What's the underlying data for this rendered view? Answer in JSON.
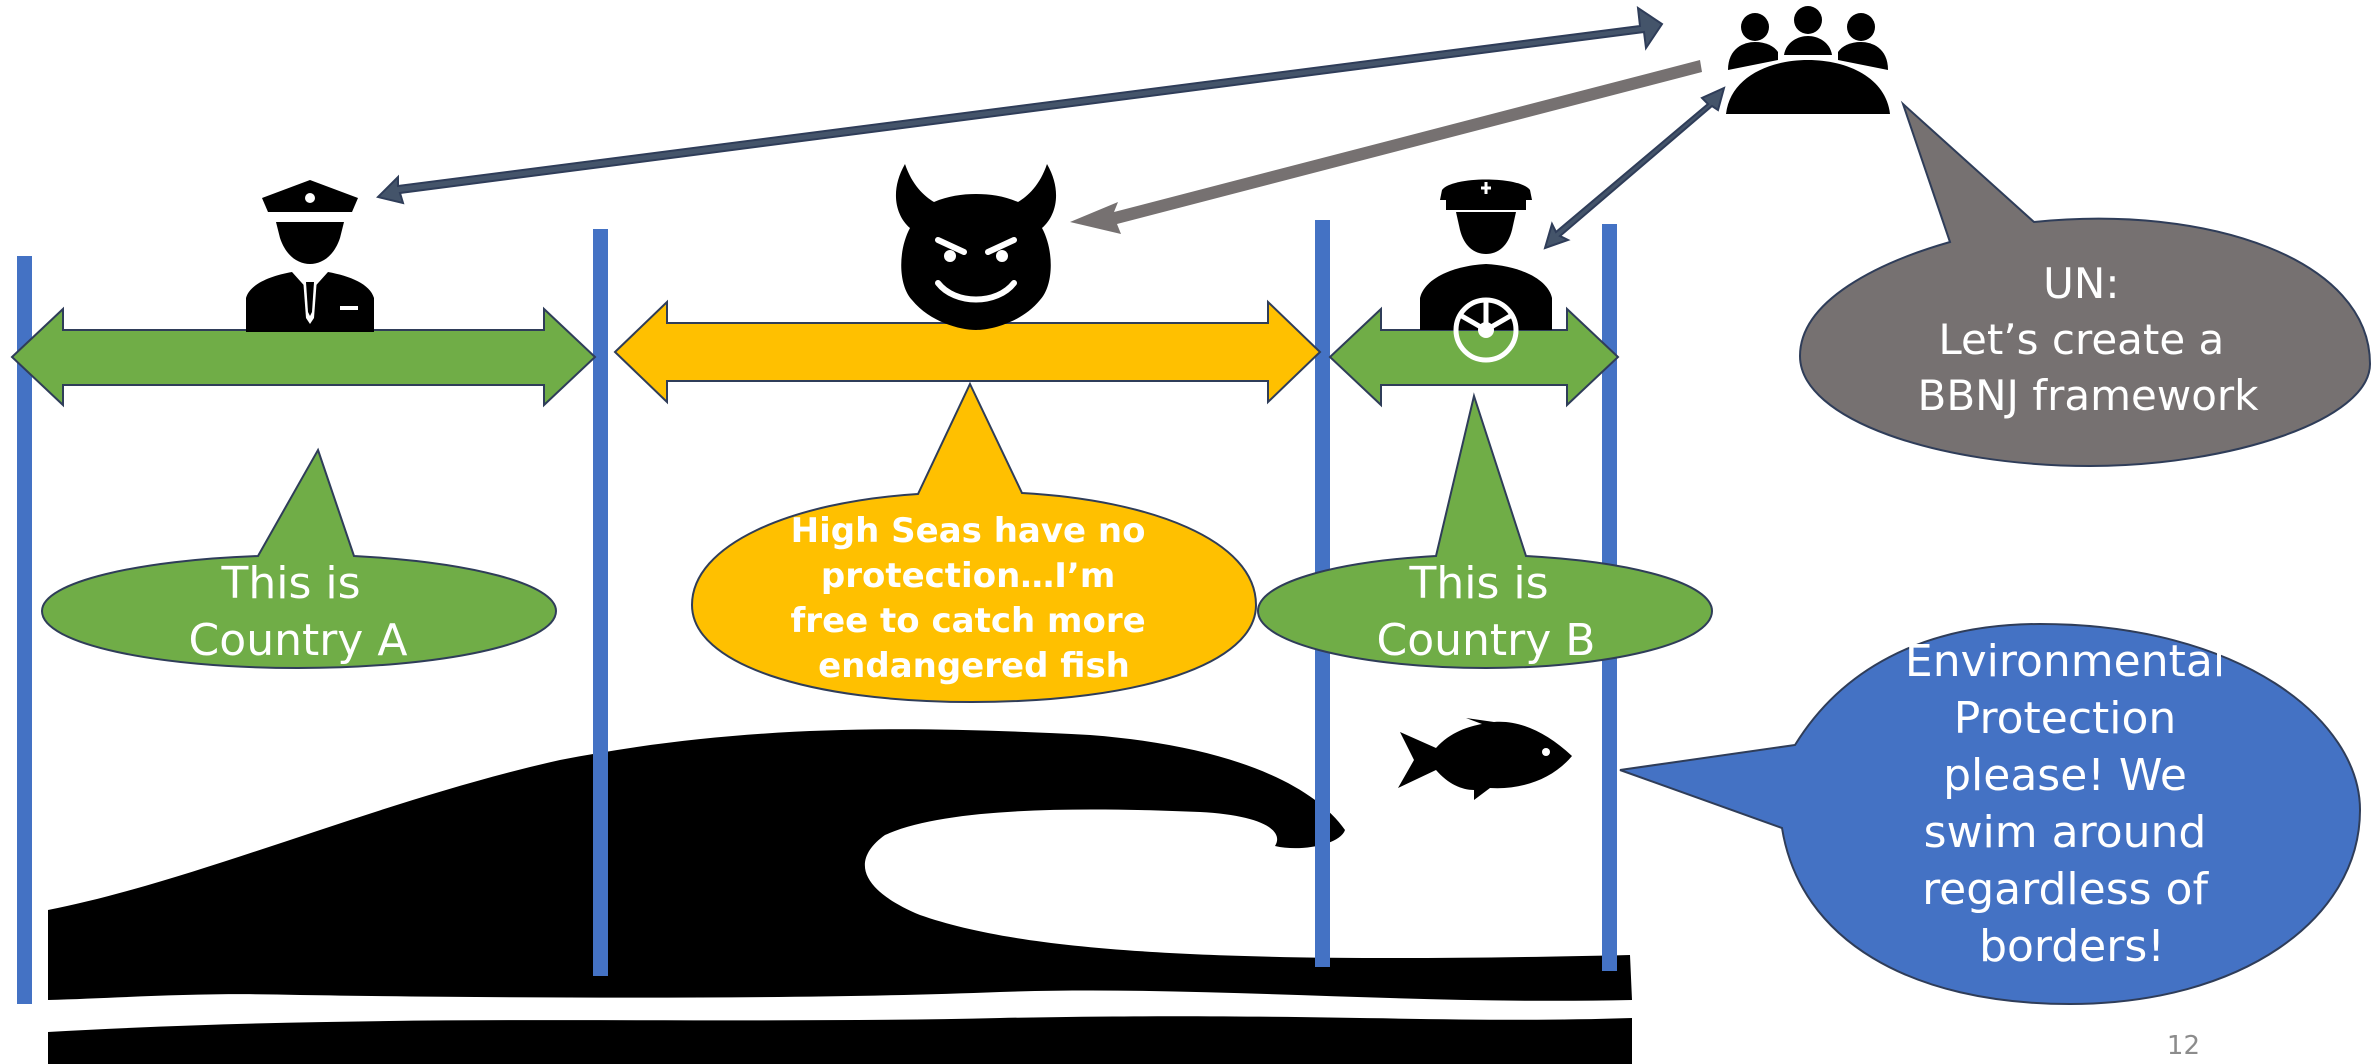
{
  "un": {
    "bubble_lines": [
      "UN:",
      "Let’s create a",
      "BBNJ framework"
    ],
    "icon": "people-meeting-icon"
  },
  "pirate": {
    "bubble_lines": [
      "High Seas have no",
      "protection…I’m",
      "free to catch more",
      "endangered fish"
    ],
    "icon": "devil-face-icon"
  },
  "country_a": {
    "bubble_lines": [
      "This is",
      "Country A"
    ],
    "icon": "pilot-officer-icon"
  },
  "country_b": {
    "bubble_lines": [
      "This is",
      "Country B"
    ],
    "icon": "ship-captain-icon"
  },
  "fish": {
    "bubble_lines": [
      "Environmental",
      "Protection",
      "please! We",
      "swim around",
      "regardless of",
      "borders!"
    ],
    "icon": "fish-icon"
  },
  "decor": {
    "wave_icon": "ocean-wave-icon"
  },
  "page_number": "12",
  "colors": {
    "green": "#70AD47",
    "yellow": "#FFC000",
    "blue": "#4472C4",
    "gray": "#767171",
    "dark_arrow": "#44546A",
    "outline": "#2F3D59"
  }
}
